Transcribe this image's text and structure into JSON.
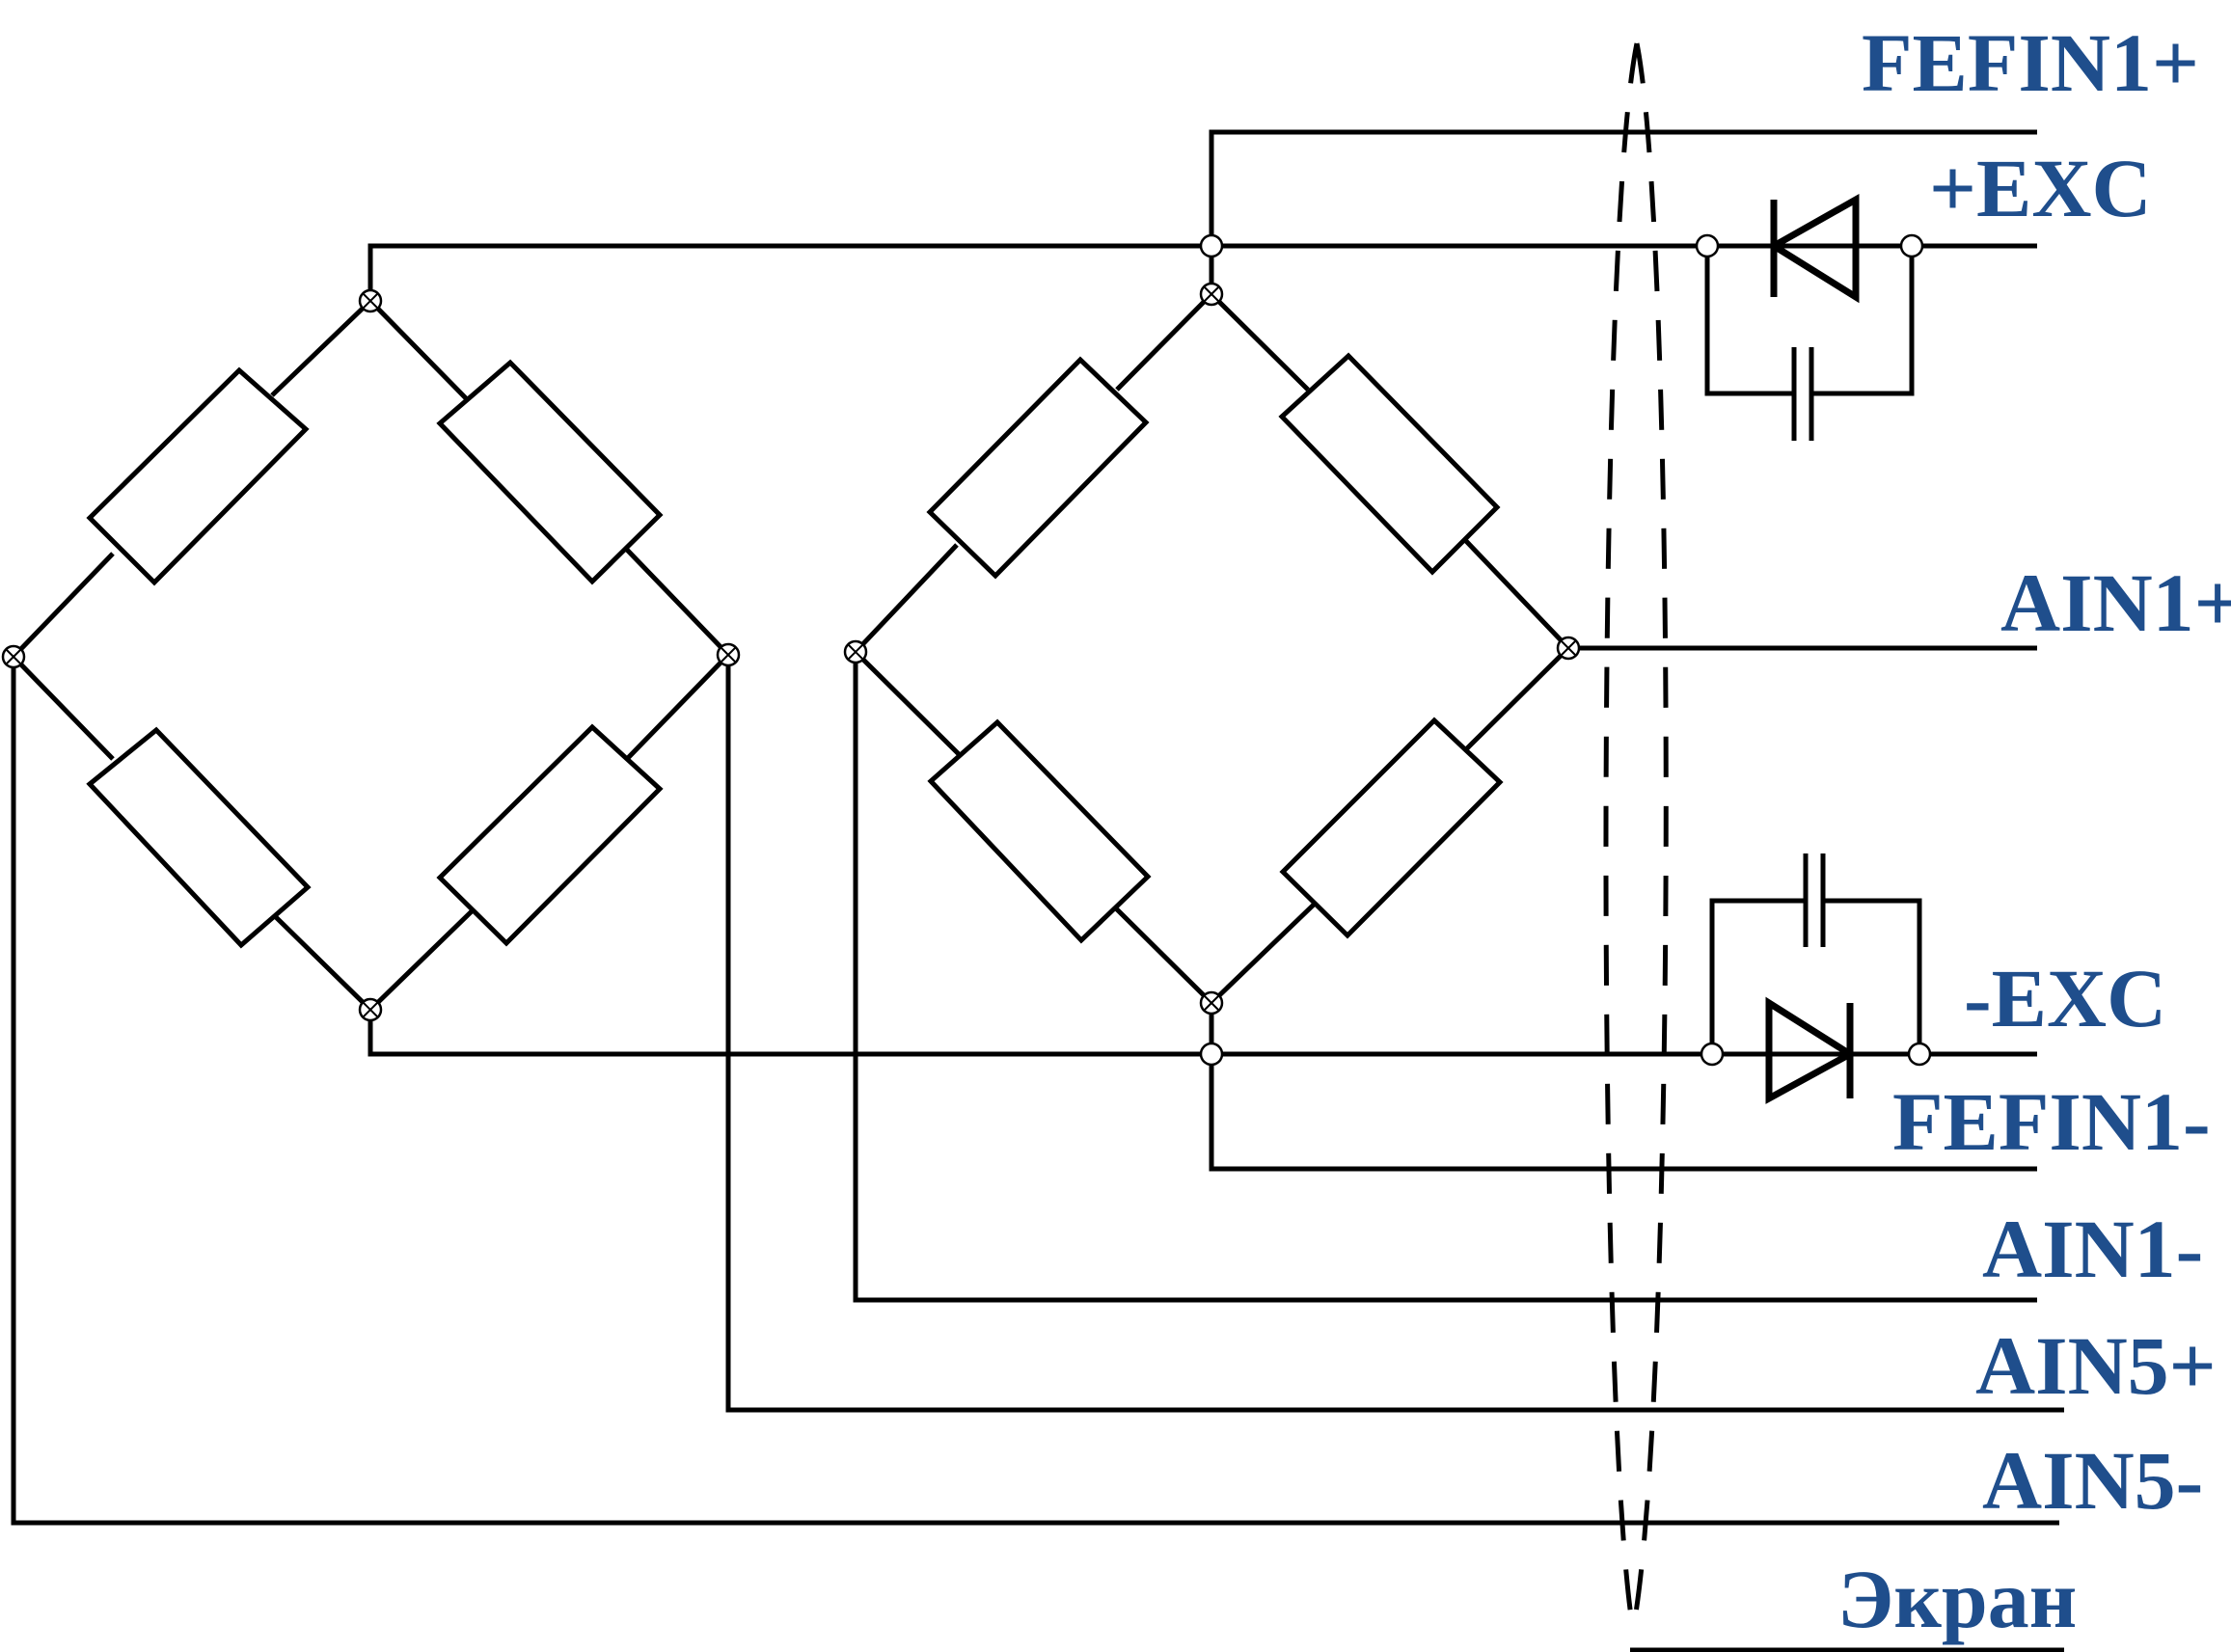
{
  "colors": {
    "wire": "#000000",
    "label": "#1f4e8c",
    "background": "#ffffff"
  },
  "labels": {
    "fefin1_plus": "FEFIN1+",
    "exc_plus": "+EXC",
    "ain1_plus": "AIN1+",
    "exc_minus": "-EXC",
    "fefin1_minus": "FEFIN1-",
    "ain1_minus": "AIN1-",
    "ain5_plus": "AIN5+",
    "ain5_minus": "AIN5-",
    "screen": "Экран"
  }
}
